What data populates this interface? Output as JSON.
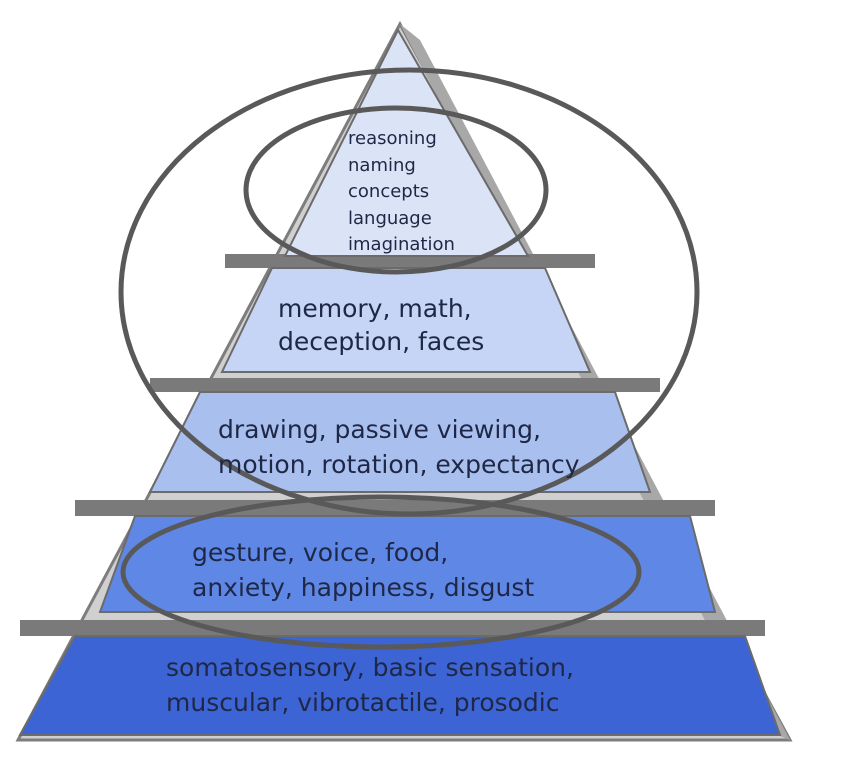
{
  "pyramid": {
    "layers": [
      {
        "lines": [
          "reasoning",
          "naming",
          "concepts",
          "language",
          "imagination"
        ],
        "fill": "#dbe3f7"
      },
      {
        "lines": [
          "memory, math,",
          "deception, faces"
        ],
        "fill": "#c6d5f5"
      },
      {
        "lines": [
          "drawing, passive viewing,",
          "motion, rotation, expectancy"
        ],
        "fill": "#a9c0ef"
      },
      {
        "lines": [
          "gesture, voice, food,",
          "anxiety, happiness, disgust"
        ],
        "fill": "#5f87e6"
      },
      {
        "lines": [
          "somatosensory, basic sensation,",
          "muscular, vibrotactile, prosodic"
        ],
        "fill": "#3c64d4"
      }
    ],
    "frame_color": "#9a9a9a",
    "ring_color": "#595959"
  }
}
